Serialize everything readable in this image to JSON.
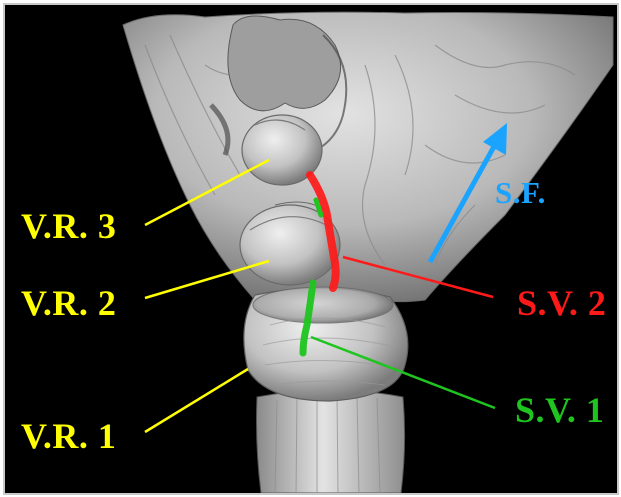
{
  "labels": {
    "vr3": "V.R. 3",
    "vr2": "V.R. 2",
    "vr1": "V.R. 1",
    "sv2": "S.V. 2",
    "sv1": "S.V. 1",
    "sf": "S.F."
  },
  "colors": {
    "background": "#000000",
    "yellow": "#ffff00",
    "red": "#ff1a1a",
    "green": "#1fc41f",
    "blue": "#1aa3ff",
    "tissue": "#bdbdbd"
  }
}
